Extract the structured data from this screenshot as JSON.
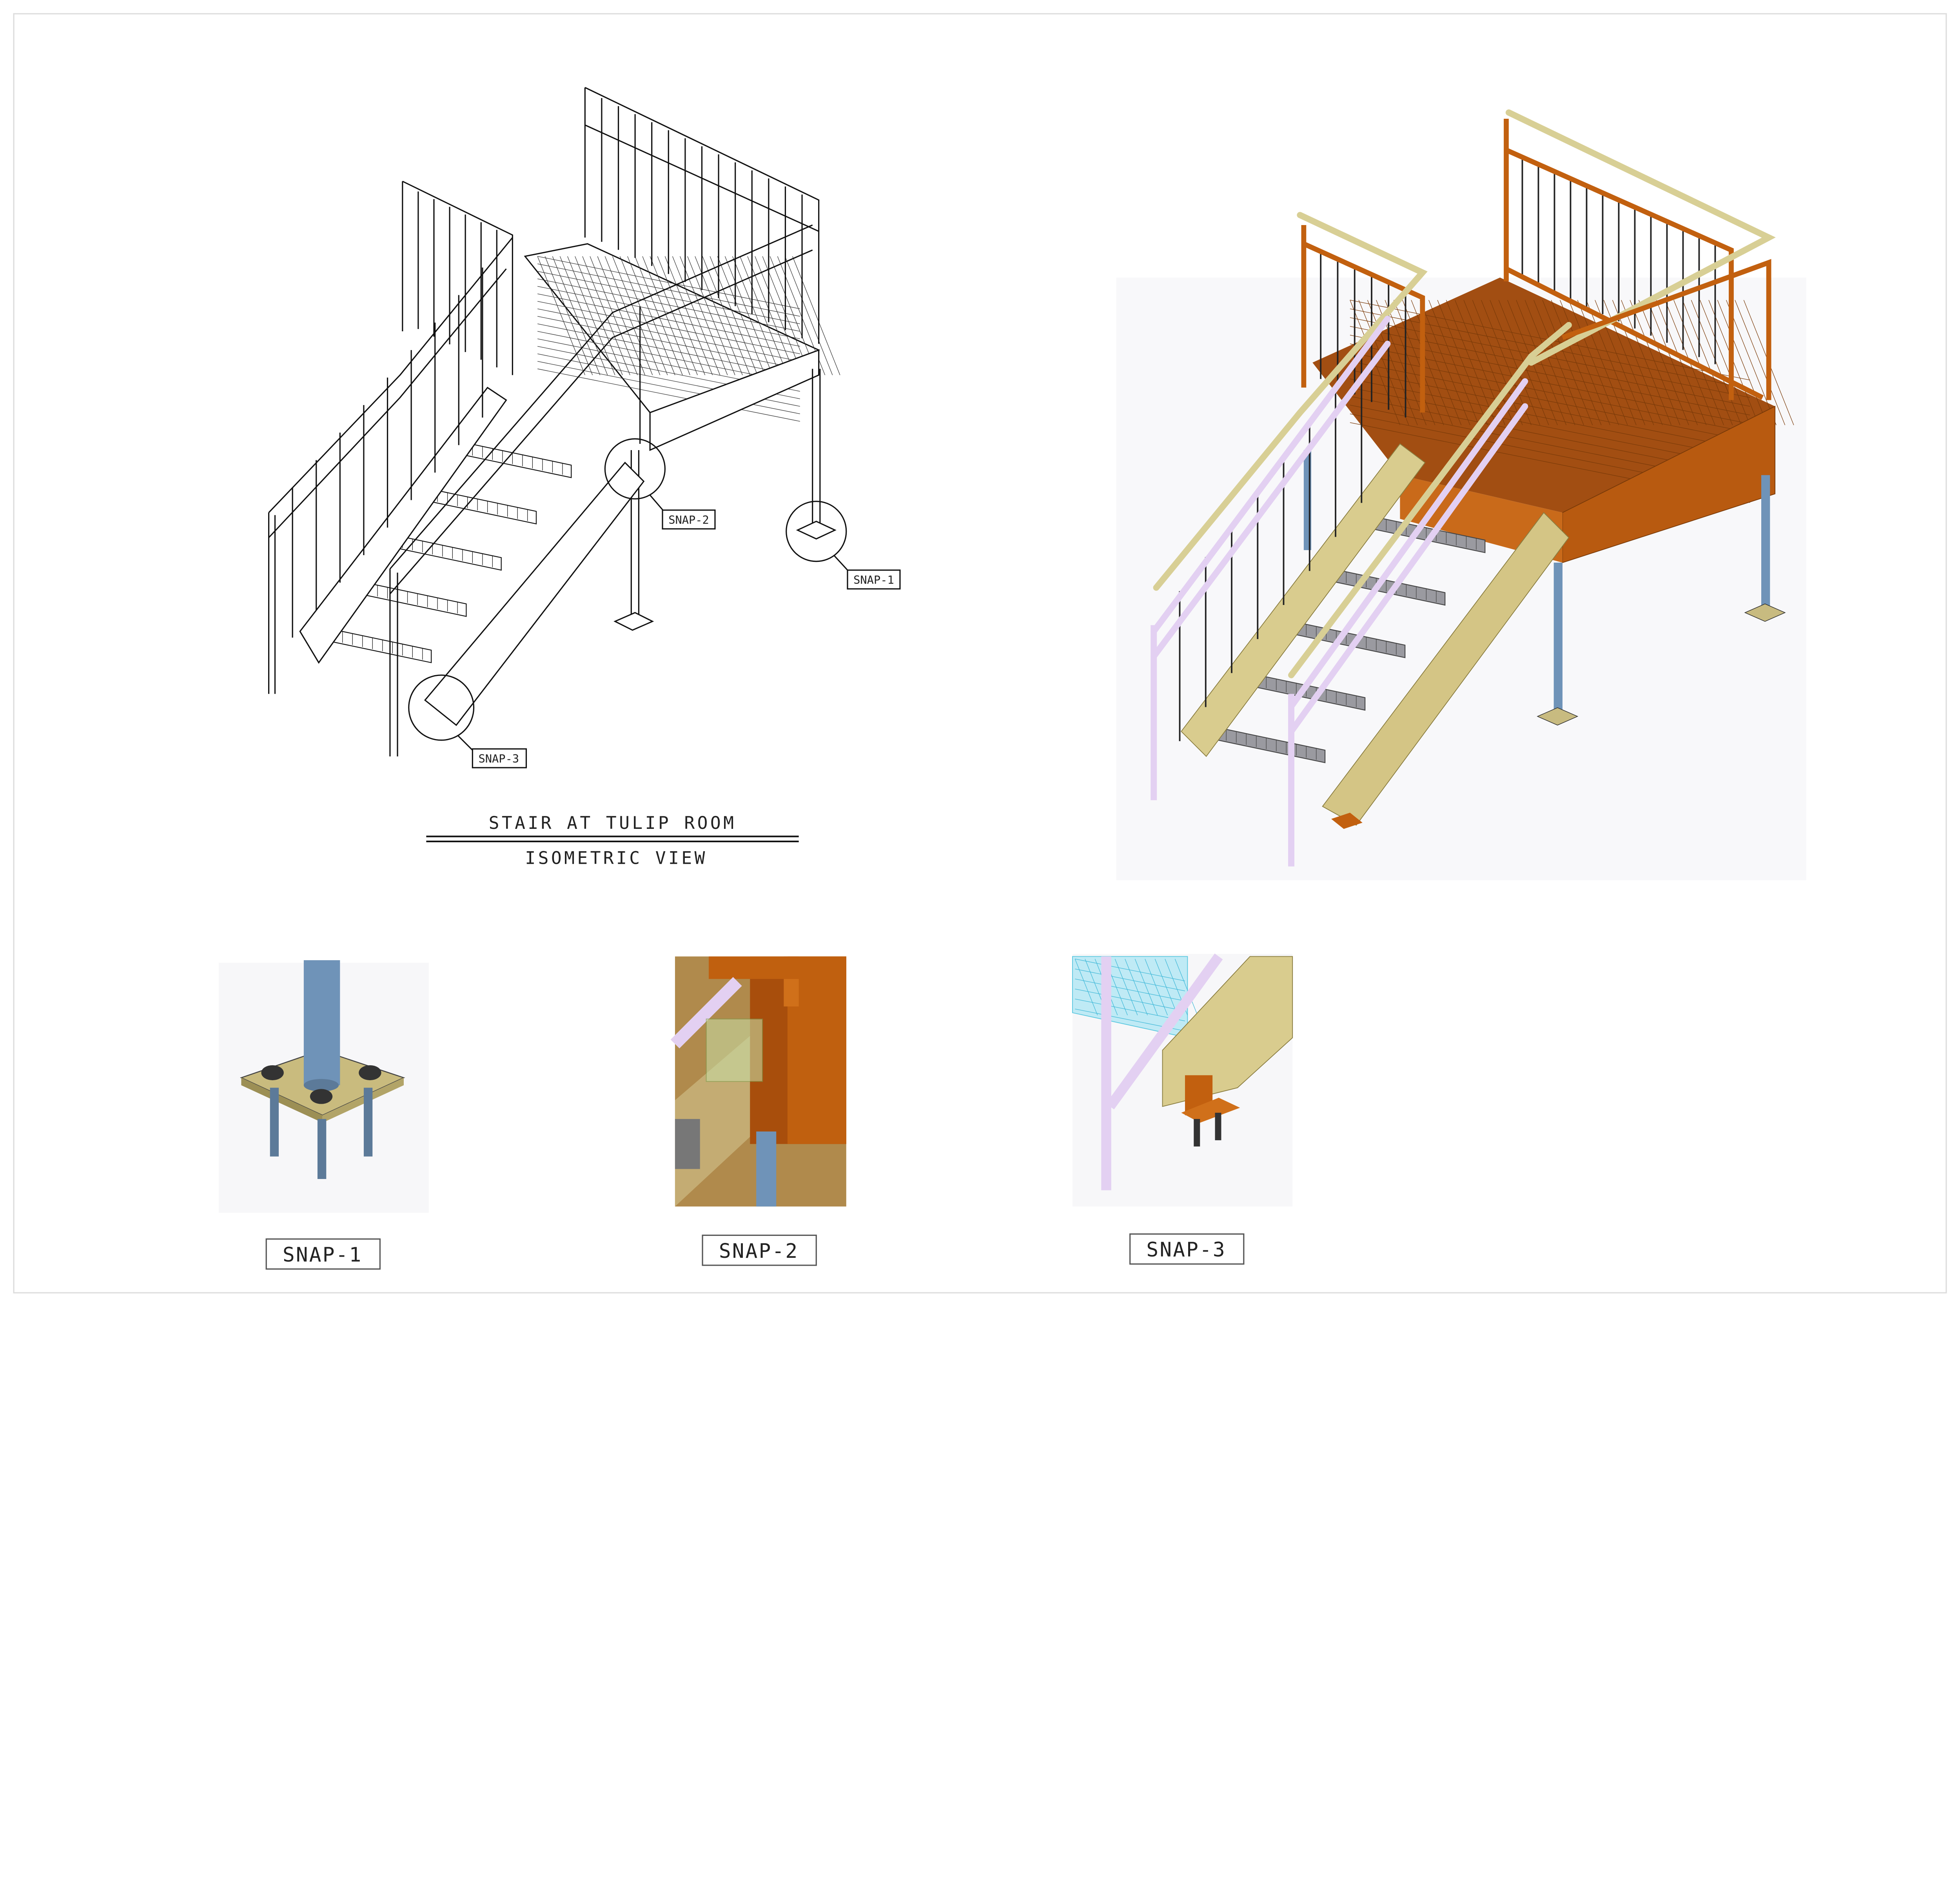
{
  "drawing": {
    "title": "STAIR AT TULIP ROOM",
    "subtitle": "ISOMETRIC VIEW"
  },
  "callouts": [
    {
      "label": "SNAP-1"
    },
    {
      "label": "SNAP-2"
    },
    {
      "label": "SNAP-3"
    }
  ],
  "details": [
    {
      "label": "SNAP-1"
    },
    {
      "label": "SNAP-2"
    },
    {
      "label": "SNAP-3"
    }
  ],
  "colors": {
    "platform": "#b5560f",
    "handrail": "#d8cf95",
    "guardrail_pipe": "#e3d0f2",
    "stringer": "#d9cc8e",
    "column": "#6f93b8",
    "grating": "#9a9aa0"
  }
}
